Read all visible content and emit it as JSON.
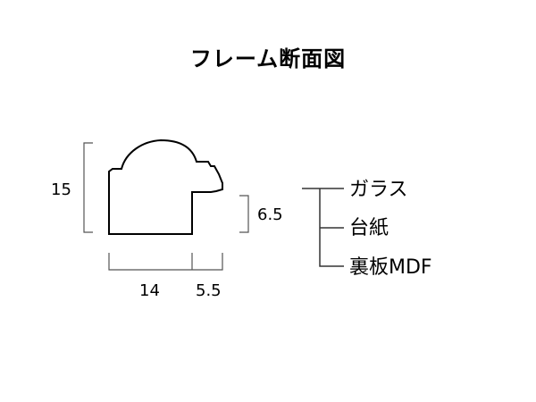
{
  "title": "フレーム断面図",
  "dimensions": {
    "height": "15",
    "width": "14",
    "rebate_width": "5.5",
    "rebate_depth": "6.5"
  },
  "layers": [
    "ガラス",
    "台紙",
    "裏板MDF"
  ],
  "colors": {
    "line": "#000000",
    "background": "#ffffff"
  }
}
